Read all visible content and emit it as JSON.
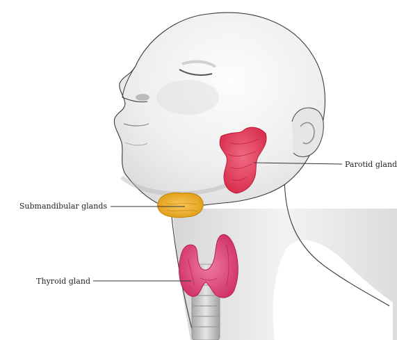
{
  "diagram": {
    "labels": {
      "parotid": "Parotid gland",
      "submandibular": "Submandibular glands",
      "thyroid": "Thyroid gland"
    }
  },
  "colors": {
    "parotid": "#e8435f",
    "submandibular": "#f2b12a",
    "thyroid": "#e0457a",
    "skin": "#f0f0f0",
    "outline": "#3a3a3a",
    "trachea": "#c8c8c8"
  }
}
